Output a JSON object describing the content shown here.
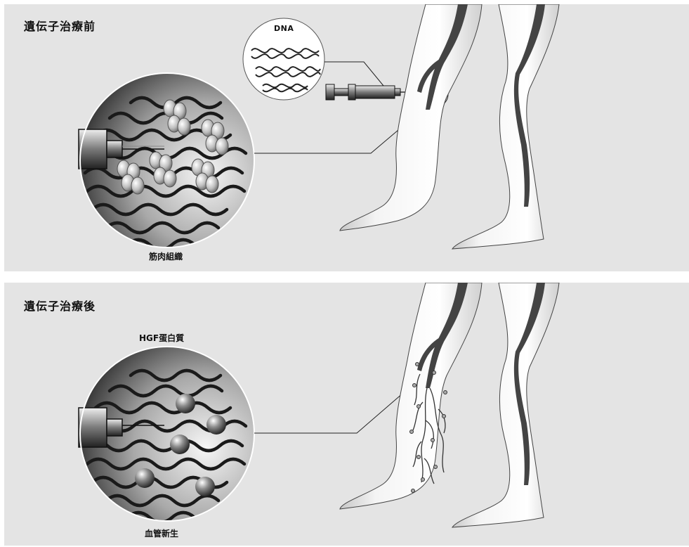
{
  "before": {
    "title": "遺伝子治療前",
    "tissue_label": "筋肉組織",
    "dna_label": "DNA"
  },
  "after": {
    "title": "遺伝子治療後",
    "protein_label": "HGF蛋白質",
    "result_label": "血管新生"
  }
}
